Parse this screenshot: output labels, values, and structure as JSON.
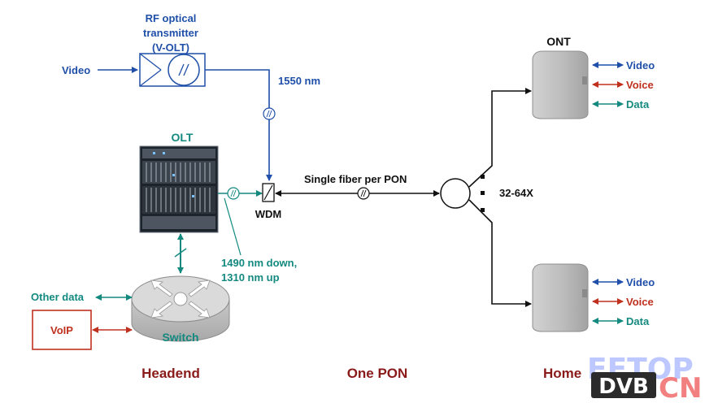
{
  "rf_transmitter": {
    "line1": "RF optical",
    "line2": "transmitter",
    "line3": "(V-OLT)"
  },
  "video_input": "Video",
  "wavelength_1550": "1550 nm",
  "olt_label": "OLT",
  "wdm_label": "WDM",
  "fiber_label": "Single fiber per PON",
  "split_label": "32-64X",
  "wavelength_up_down": {
    "line1": "1490 nm down,",
    "line2": "1310 nm up"
  },
  "other_data": "Other data",
  "voip": "VoIP",
  "switch_label": "Switch",
  "ont_label": "ONT",
  "ont_top": {
    "video": "Video",
    "voice": "Voice",
    "data": "Data"
  },
  "ont_bottom": {
    "video": "Video",
    "voice": "Voice",
    "data": "Data"
  },
  "sections": {
    "headend": "Headend",
    "pon": "One PON",
    "home": "Home"
  },
  "watermark": {
    "top": "EETOP",
    "dvb": "DVB",
    "cn": "CN"
  },
  "colors": {
    "blue": "#1f4fa8",
    "teal": "#13897f",
    "red": "#c0301f",
    "section": "#8a1a1a"
  }
}
